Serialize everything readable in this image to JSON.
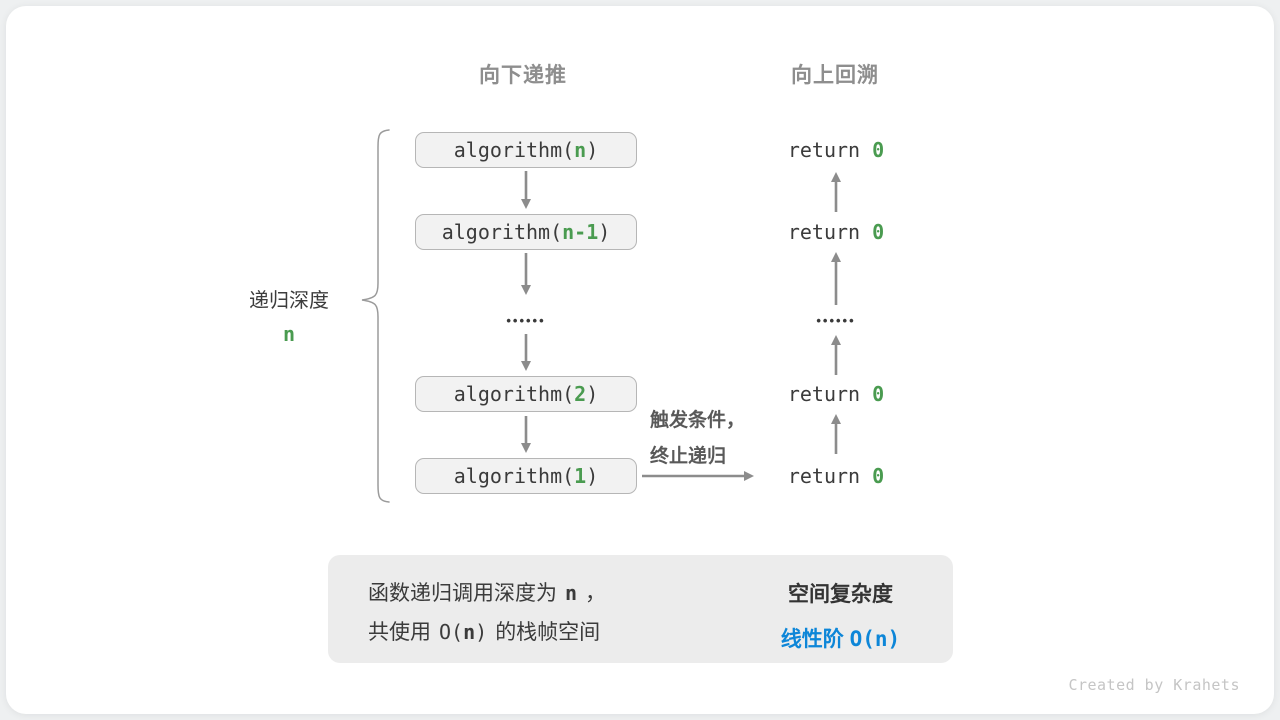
{
  "headers": {
    "downward": "向下递推",
    "upward": "向上回溯"
  },
  "depth_label": {
    "text": "递归深度",
    "value": "n"
  },
  "calls": [
    {
      "pre": "algorithm(",
      "arg": "n",
      "post": ")"
    },
    {
      "pre": "algorithm(",
      "arg": "n-1",
      "post": ")"
    },
    {
      "pre": "algorithm(",
      "arg": "2",
      "post": ")"
    },
    {
      "pre": "algorithm(",
      "arg": "1",
      "post": ")"
    }
  ],
  "returns": [
    {
      "pre": "return ",
      "val": "0"
    },
    {
      "pre": "return ",
      "val": "0"
    },
    {
      "pre": "return ",
      "val": "0"
    },
    {
      "pre": "return ",
      "val": "0"
    }
  ],
  "ellipsis": "••••••",
  "trigger_note": {
    "line1": "触发条件，",
    "line2": "终止递归"
  },
  "summary": {
    "line1": {
      "t1": "函数递归调用深度为",
      "arg": "n",
      "t2": "，"
    },
    "line2": {
      "t1": "共使用",
      "mono_pre": "O(",
      "arg": "n",
      "mono_post": ")",
      "t2": "的栈帧空间"
    },
    "result_title": "空间复杂度",
    "result_prefix": "线性阶",
    "result_formula": "O(n)"
  },
  "watermark": "Created by Krahets",
  "colors": {
    "green": "#4a9b50",
    "blue": "#0d86d8",
    "arrow_gray": "#8c8c8c",
    "header_gray": "#8e8e8e",
    "box_fill": "#f2f2f2",
    "box_border": "#b6b6b6",
    "summary_fill": "#ececec"
  }
}
